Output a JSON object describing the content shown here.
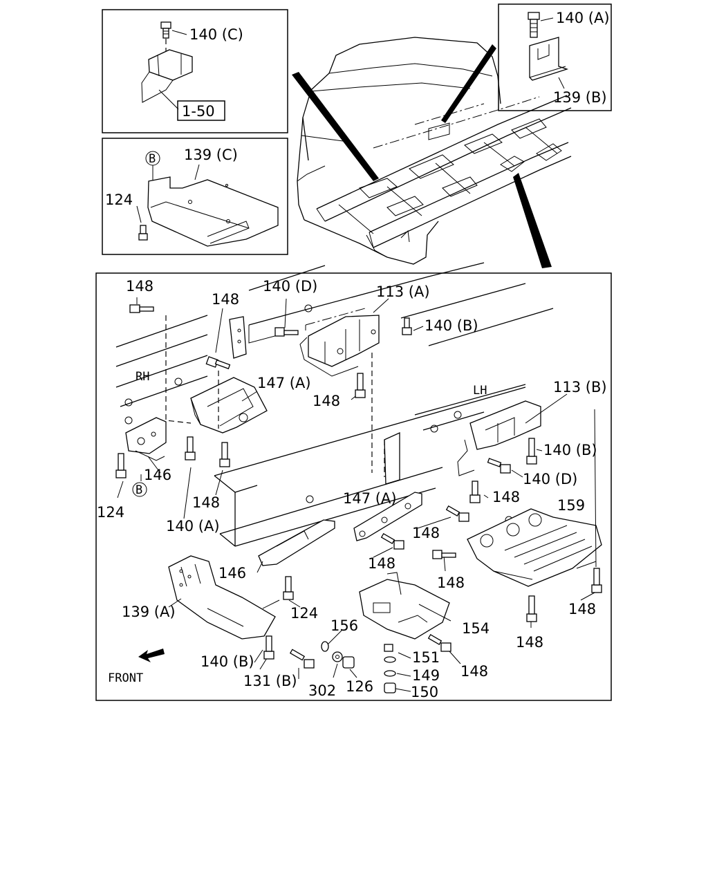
{
  "labels": {
    "inset_top_left": {
      "bolt": "140 (C)",
      "ref_box": "1-50"
    },
    "inset_mid_left": {
      "circle": "B",
      "plate": "139 (C)",
      "bolt": "124"
    },
    "inset_top_right": {
      "bolt": "140 (A)",
      "plate": "139 (B)"
    },
    "main": {
      "p148_a": "148",
      "p148_b": "148",
      "p140d_a": "140 (D)",
      "p113a": "113 (A)",
      "p140b_a": "140 (B)",
      "rh": "RH",
      "p147a_a": "147 (A)",
      "p148_c": "148",
      "lh": "LH",
      "p113b": "113 (B)",
      "p140b_b": "140 (B)",
      "p140d_b": "140 (D)",
      "p146_a": "146",
      "circle_b": "B",
      "p124_a": "124",
      "p148_d": "148",
      "p140a": "140 (A)",
      "p148_e": "148",
      "p159": "159",
      "p147a_b": "147 (A)",
      "p148_f": "148",
      "p148_g": "148",
      "p148_h": "148",
      "p146_b": "146",
      "p139a": "139 (A)",
      "p124_b": "124",
      "p156": "156",
      "p154": "154",
      "p148_i": "148",
      "p148_j": "148",
      "p140b_c": "140 (B)",
      "p151": "151",
      "p149": "149",
      "p148_k": "148",
      "p131b": "131 (B)",
      "p302": "302",
      "p126": "126",
      "p150": "150",
      "front": "FRONT"
    }
  },
  "icons": [
    "bolt-icon",
    "washer-icon",
    "nut-icon",
    "front-arrow-icon",
    "leader-wedge-icon"
  ]
}
